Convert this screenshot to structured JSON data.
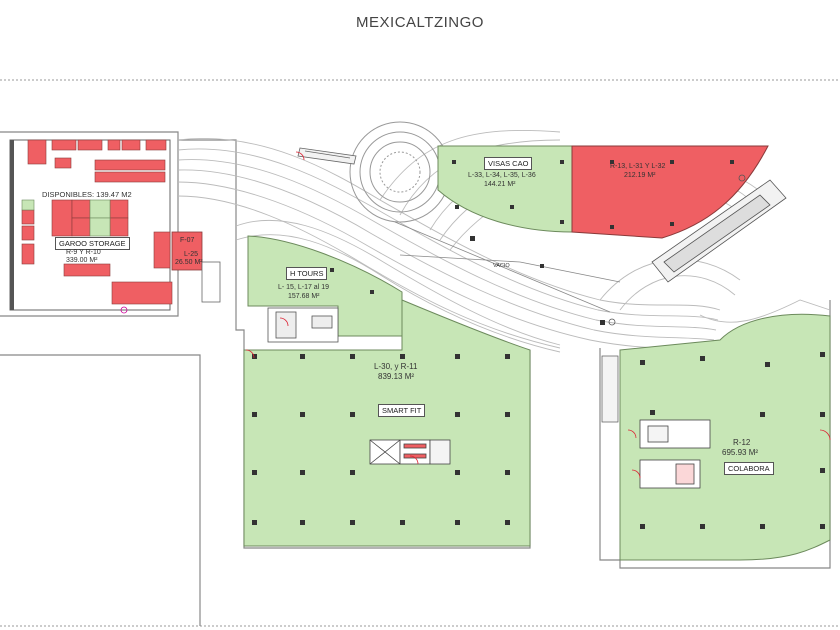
{
  "header": {
    "title": "MEXICALTZINGO"
  },
  "colors": {
    "available": "#c7e6b6",
    "occupied": "#ef5f63",
    "linework": "#888888"
  },
  "units": {
    "disponibles": {
      "label": "DISPONIBLES: 139.47 M2"
    },
    "garoo": {
      "tag": "GAROO STORAGE",
      "code": "R-9 Y R-10",
      "area": "339.00 M²"
    },
    "f07": {
      "code": "F-07",
      "sub": "L-25",
      "area": "26.50 M²"
    },
    "visas": {
      "tag": "VISAS CAO",
      "code": "L-33, L-34, L-35, L-36",
      "area": "144.21 M²"
    },
    "r13": {
      "code": "R-13, L-31 Y L-32",
      "area": "212.19 M²"
    },
    "htours": {
      "tag": "H TOURS",
      "code": "L- 15, L-17 al 19",
      "area": "157.68 M²"
    },
    "smartfit": {
      "code": "L-30, y R-11",
      "area": "839.13 M²",
      "tag": "SMART FIT"
    },
    "r12": {
      "code": "R-12",
      "area": "695.93 M²",
      "tag": "COLABORA"
    },
    "vacio": {
      "label": "VACIO"
    }
  }
}
